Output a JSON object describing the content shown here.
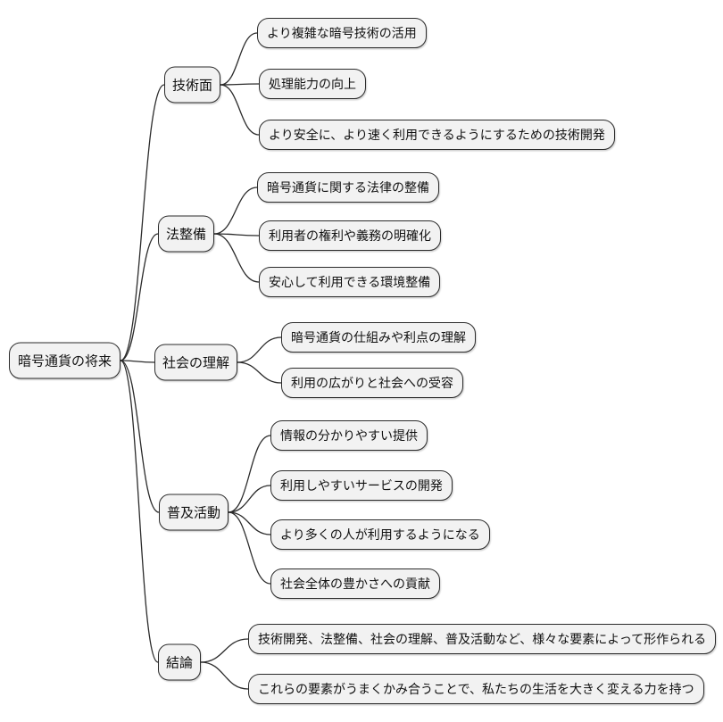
{
  "theme": {
    "background": "#ffffff",
    "node_fill": "#f2f2f2",
    "node_border": "#2b2b2b",
    "edge_color": "#2b2b2b"
  },
  "mindmap": {
    "root": {
      "label": "暗号通貨の将来"
    },
    "branches": [
      {
        "label": "技術面",
        "children": [
          "より複雑な暗号技術の活用",
          "処理能力の向上",
          "より安全に、より速く利用できるようにするための技術開発"
        ]
      },
      {
        "label": "法整備",
        "children": [
          "暗号通貨に関する法律の整備",
          "利用者の権利や義務の明確化",
          "安心して利用できる環境整備"
        ]
      },
      {
        "label": "社会の理解",
        "children": [
          "暗号通貨の仕組みや利点の理解",
          "利用の広がりと社会への受容"
        ]
      },
      {
        "label": "普及活動",
        "children": [
          "情報の分かりやすい提供",
          "利用しやすいサービスの開発",
          "より多くの人が利用するようになる",
          "社会全体の豊かさへの貢献"
        ]
      },
      {
        "label": "結論",
        "children": [
          "技術開発、法整備、社会の理解、普及活動など、様々な要素によって形作られる",
          "これらの要素がうまくかみ合うことで、私たちの生活を大きく変える力を持つ"
        ]
      }
    ]
  }
}
